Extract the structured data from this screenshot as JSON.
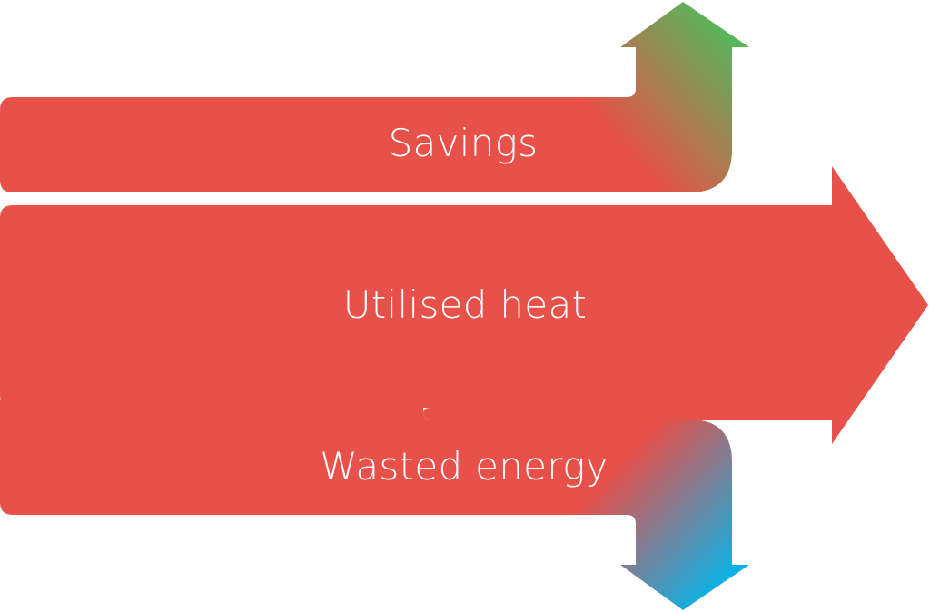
{
  "diagram": {
    "flows": {
      "savings": {
        "label": "Savings",
        "color": "#e8504a",
        "accent": "#58b65a"
      },
      "utilised": {
        "label": "Utilised heat",
        "color": "#e8504a"
      },
      "wasted": {
        "label": "Wasted energy",
        "color": "#e8504a",
        "accent": "#00b6ed"
      }
    }
  }
}
